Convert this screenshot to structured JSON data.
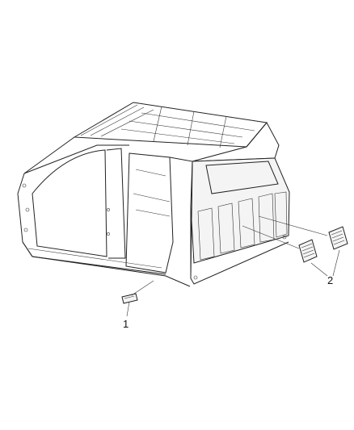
{
  "diagram": {
    "callouts": [
      {
        "id": "1",
        "label": "1"
      },
      {
        "id": "2",
        "label": "2"
      }
    ]
  }
}
